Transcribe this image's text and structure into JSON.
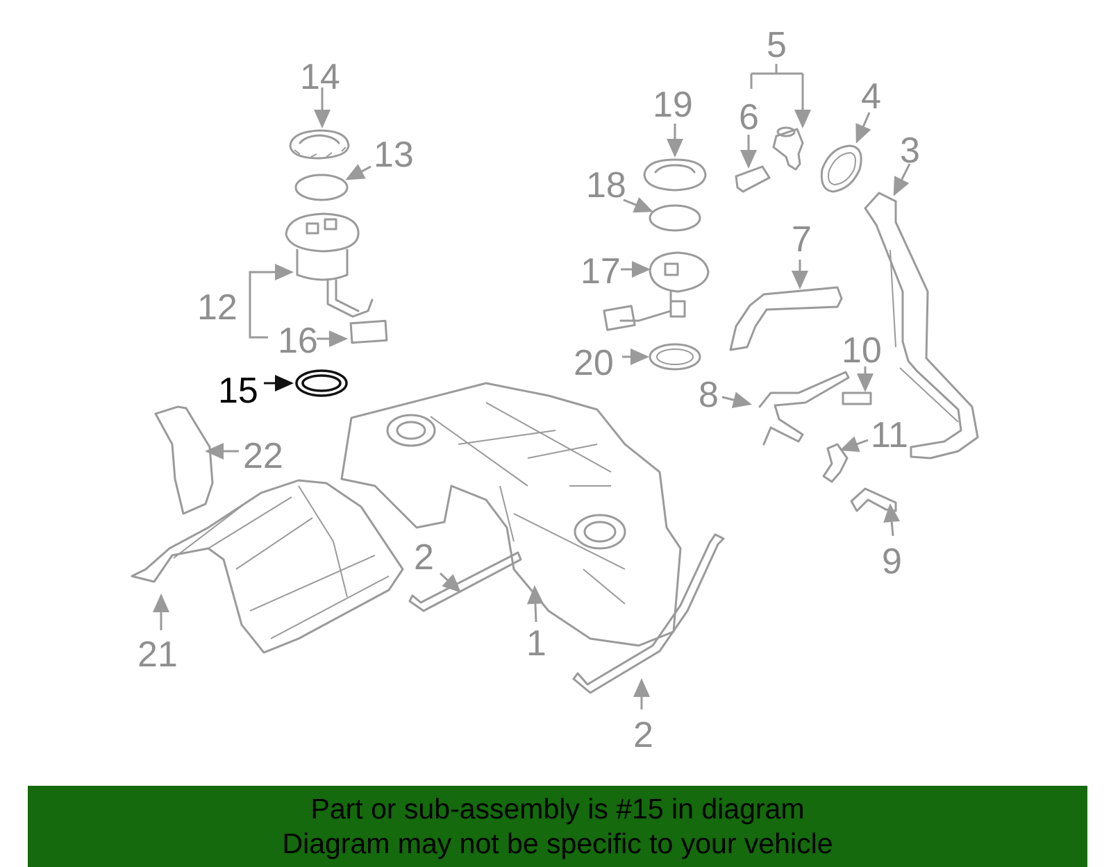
{
  "callouts": {
    "c1": "1",
    "c2a": "2",
    "c2b": "2",
    "c3": "3",
    "c4": "4",
    "c5": "5",
    "c6": "6",
    "c7": "7",
    "c8": "8",
    "c9": "9",
    "c10": "10",
    "c11": "11",
    "c12": "12",
    "c13": "13",
    "c14": "14",
    "c15": "15",
    "c16": "16",
    "c17": "17",
    "c18": "18",
    "c19": "19",
    "c20": "20",
    "c21": "21",
    "c22": "22"
  },
  "highlight_part": "15",
  "colors": {
    "part_stroke": "#9a9a9a",
    "highlight": "#000000",
    "banner_bg": "#146a0c"
  },
  "banner": {
    "line1": "Part or sub-assembly is #15 in diagram",
    "line2": "Diagram may not be specific to your vehicle"
  }
}
